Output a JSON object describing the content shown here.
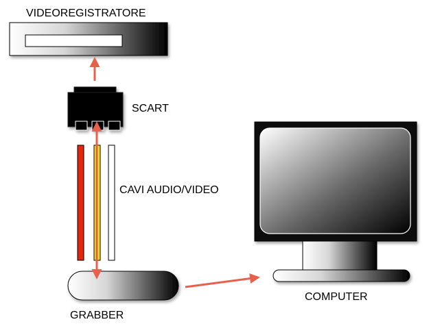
{
  "labels": {
    "vcr": "VIDEOREGISTRATORE",
    "scart": "SCART",
    "cables": "CAVI AUDIO/VIDEO",
    "grabber": "GRABBER",
    "computer": "COMPUTER"
  },
  "colors": {
    "arrow": "#e8604c",
    "cable_video": "#e3260e",
    "cable_audio_left": "#f5e61e",
    "cable_audio_right": "#ffffff",
    "device_light": "#ffffff",
    "device_dark": "#000000"
  }
}
